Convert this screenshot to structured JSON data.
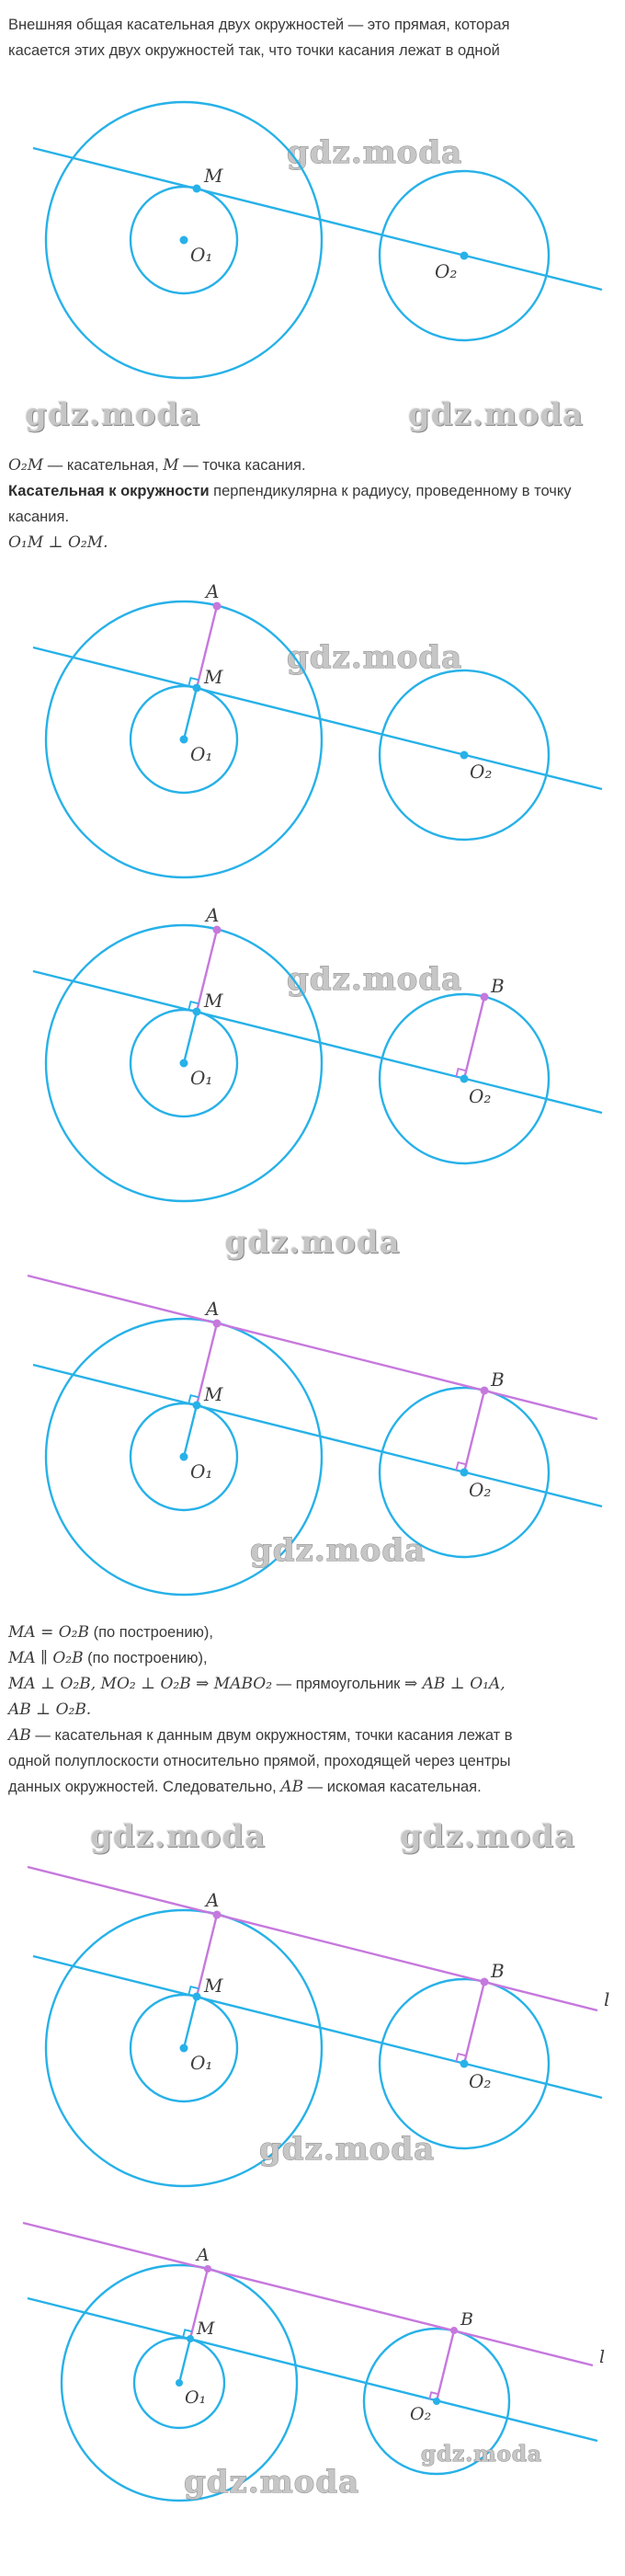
{
  "colors": {
    "cyan": "#27b1e8",
    "magenta": "#c678dd",
    "label_text": "#3c3c3c",
    "body_text": "#3a3a3a",
    "watermark_fill": "#c6c6c6",
    "watermark_outline": "#8a8a8a",
    "background": "#ffffff"
  },
  "watermark": {
    "text": "gdz.moda"
  },
  "labels": {
    "M": "M",
    "A": "A",
    "B": "B",
    "O1": "O₁",
    "O2": "O₂",
    "l": "l"
  },
  "intro": {
    "lines": [
      [
        {
          "t": "Внешняя общая касательная двух окружностей — это прямая, которая"
        }
      ],
      [
        {
          "t": "касается этих двух окружностей так, что точки касания лежат в одной"
        }
      ]
    ]
  },
  "block2": {
    "lines": [
      [
        {
          "m": "O₂M"
        },
        {
          "t": " — касательная, "
        },
        {
          "m": "M"
        },
        {
          "t": " — точка касания."
        }
      ],
      [
        {
          "b": "Касательная к окружности"
        },
        {
          "t": " перпендикулярна к радиусу, проведенному в точку"
        }
      ],
      [
        {
          "t": "касания."
        }
      ],
      [
        {
          "m": "O₁M ⊥ O₂M."
        }
      ]
    ]
  },
  "block3": {
    "lines": [
      [
        {
          "m": "MA = O₂B"
        },
        {
          "t": " (по построению),"
        }
      ],
      [
        {
          "m": "MA ∥ O₂B"
        },
        {
          "t": " (по построению),"
        }
      ],
      [
        {
          "m": "MA ⊥ O₂B, MO₂ ⊥ O₂B ⇒ MABO₂"
        },
        {
          "t": " — прямоугольник "
        },
        {
          "m": "⇒ AB ⊥ O₁A,"
        }
      ],
      [
        {
          "m": "AB ⊥ O₂B."
        }
      ],
      [
        {
          "m": "AB"
        },
        {
          "t": " — касательная к данным двум окружностям, точки касания лежат в"
        }
      ],
      [
        {
          "t": "одной полуплоскости относительно прямой, проходящей через центры"
        }
      ],
      [
        {
          "t": "данных окружностей. Следовательно, "
        },
        {
          "m": "AB"
        },
        {
          "t": " — искомая касательная."
        }
      ]
    ]
  }
}
